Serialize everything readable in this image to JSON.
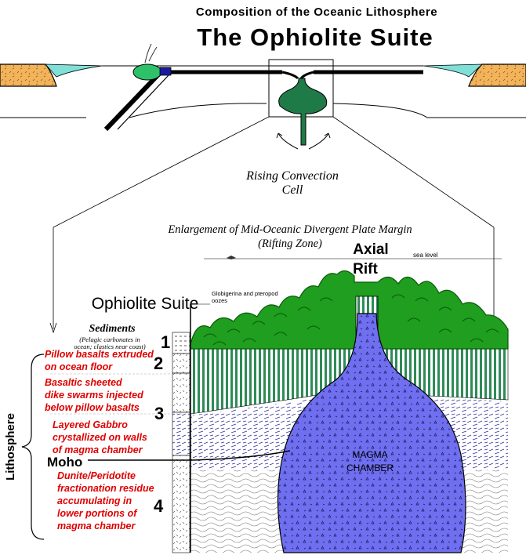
{
  "title_line1": "Composition of the Oceanic Lithosphere",
  "title_line2": "The Ophiolite Suite",
  "convection_label_1": "Rising Convection",
  "convection_label_2": "Cell",
  "enlargement_line1": "Enlargement of Mid-Oceanic Divergent Plate Margin",
  "enlargement_line2": "(Rifting Zone)",
  "axial_rift_1": "Axial",
  "axial_rift_2": "Rift",
  "sea_level": "sea level",
  "ophiolite_suite": "Ophiolite Suite",
  "oozes_1": "Globigerina and pteropod",
  "oozes_2": "oozes",
  "sediments_title": "Sediments",
  "sediments_note_1": "(Pelagic carbonates in",
  "sediments_note_2": "ocean; clastics near coast)",
  "pillow_1": "Pillow basalts extruded",
  "pillow_2": "on ocean floor",
  "dikes_1": "Basaltic sheeted",
  "dikes_2": "dike swarms injected",
  "dikes_3": "below pillow basalts",
  "gabbro_1": "Layered Gabbro",
  "gabbro_2": "crystallized on walls",
  "gabbro_3": "of magma chamber",
  "moho": "Moho",
  "dunite_1": "Dunite/Peridotite",
  "dunite_2": "fractionation residue",
  "dunite_3": "accumulating in",
  "dunite_4": "lower portions of",
  "dunite_5": "magma chamber",
  "lithosphere": "Lithosphere",
  "layer_numbers": [
    "1",
    "2",
    "3",
    "4"
  ],
  "magma_1": "MAGMA",
  "magma_2": "CHAMBER",
  "colors": {
    "pillow_green": "#1f9e1f",
    "pillow_dark": "#0a5a0a",
    "dike_green": "#2e8b57",
    "magma_blue": "#6f6ff0",
    "continent_tan": "#f2b35a",
    "shallow_water": "#7fe0d8",
    "label_red": "#e00000"
  }
}
